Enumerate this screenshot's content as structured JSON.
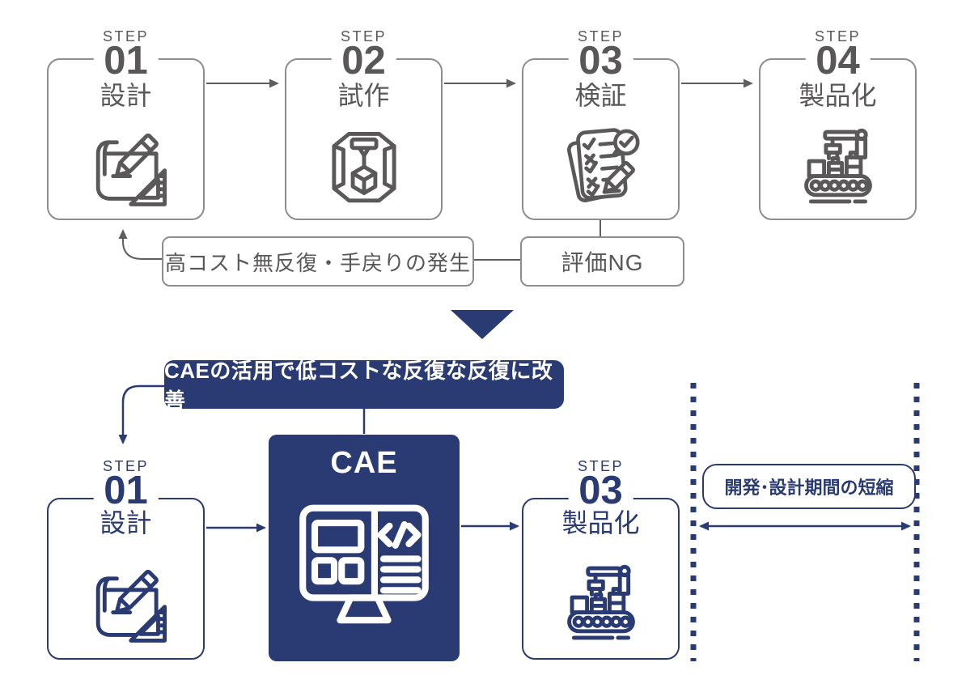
{
  "colors": {
    "navy": "#2a3a72",
    "gray_border": "#8d8d8d",
    "gray_text": "#595757",
    "white": "#ffffff"
  },
  "top_flow": {
    "steps": [
      {
        "step_label": "STEP",
        "number": "01",
        "name": "設計",
        "icon": "blueprint-icon"
      },
      {
        "step_label": "STEP",
        "number": "02",
        "name": "試作",
        "icon": "3d-printer-icon"
      },
      {
        "step_label": "STEP",
        "number": "03",
        "name": "検証",
        "icon": "checklist-icon"
      },
      {
        "step_label": "STEP",
        "number": "04",
        "name": "製品化",
        "icon": "factory-line-icon"
      }
    ],
    "feedback_label": "高コスト無反復・手戻りの発生",
    "evaluation_label": "評価NG"
  },
  "bottom_flow": {
    "banner_label": "CAEの活用で低コストな反復な反復に改善",
    "steps": [
      {
        "step_label": "STEP",
        "number": "01",
        "name": "設計",
        "icon": "blueprint-icon"
      },
      {
        "step_label": "STEP",
        "number": "03",
        "name": "製品化",
        "icon": "factory-line-icon"
      }
    ],
    "cae": {
      "title": "CAE",
      "icon": "cae-monitor-icon"
    },
    "duration_label": "開発･設計期間の短縮"
  }
}
